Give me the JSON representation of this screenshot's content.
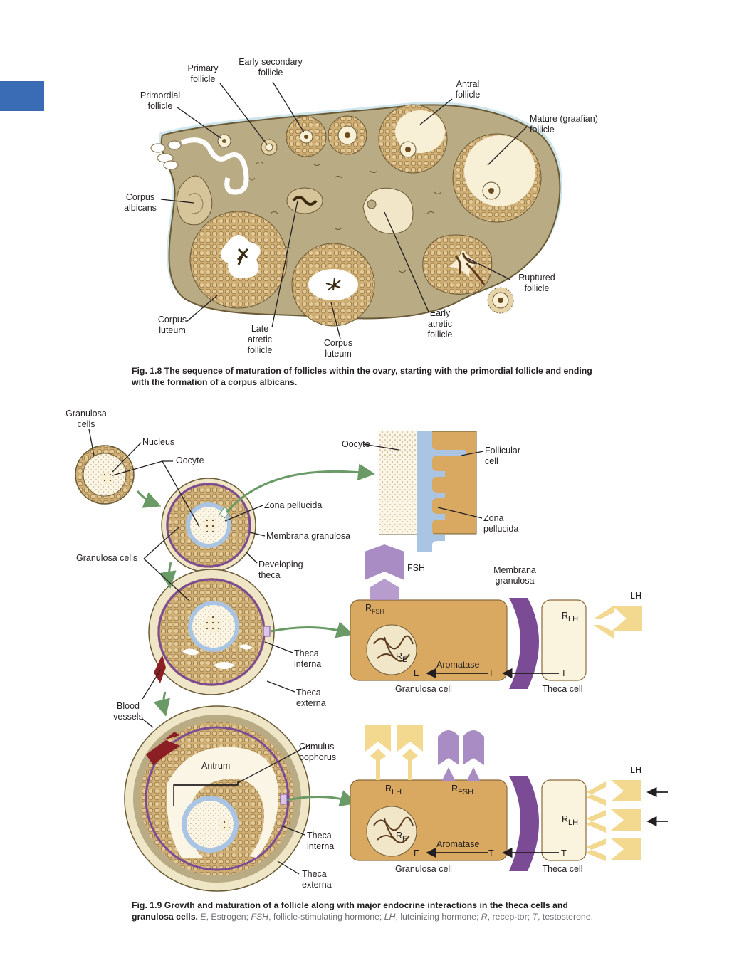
{
  "colors": {
    "tab": "#3a6bb5",
    "ovary_fill": "#b9ab84",
    "ovary_halo": "#cfe6ec",
    "granulosa": "#d9a962",
    "zona": "#a9c5e3",
    "purple": "#7b4c95",
    "light_purple": "#a98cc4",
    "lh_yellow": "#f2d98f",
    "theca_cell": "#faf3de",
    "green_arrow": "#6a9a66",
    "blood": "#8c1f24"
  },
  "fig8": {
    "labels": {
      "primary": "Primary\nfollicle",
      "early_secondary": "Early secondary\nfollicle",
      "primordial": "Primordial\nfollicle",
      "antral": "Antral\nfollicle",
      "mature": "Mature (graafian)\nfollicle",
      "corpus_albicans": "Corpus\nalbicans",
      "ruptured": "Ruptured\nfollicle",
      "corpus_luteum_left": "Corpus\nluteum",
      "late_atretic": "Late\natretic\nfollicle",
      "corpus_luteum_center": "Corpus\nluteum",
      "early_atretic": "Early\natretic\nfollicle"
    },
    "caption_bold": "Fig. 1.8  The sequence of maturation of follicles within the ovary, starting with the primordial follicle and ending with the formation of a corpus albicans."
  },
  "fig9": {
    "labels": {
      "granulosa_cells_top": "Granulosa\ncells",
      "nucleus": "Nucleus",
      "oocyte_left": "Oocyte",
      "zona_pellucida": "Zona pellucida",
      "membrana_granulosa": "Membrana granulosa",
      "granulosa_cells_mid": "Granulosa cells",
      "developing_theca": "Developing\ntheca",
      "oocyte_inset": "Oocyte",
      "follicular_cell": "Follicular\ncell",
      "zona_pellucida_inset": "Zona\npellucida",
      "theca_interna_1": "Theca\ninterna",
      "theca_externa_1": "Theca\nexterna",
      "blood_vessels": "Blood\nvessels",
      "antrum": "Antrum",
      "cumulus": "Cumulus\noophorus",
      "theca_interna_2": "Theca\ninterna",
      "theca_externa_2": "Theca\nexterna"
    },
    "panel1": {
      "fsh": "FSH",
      "r": "R",
      "r_fsh_sub": "FSH",
      "r_lh_sub": "LH",
      "re_r": "R",
      "re_sub": "E",
      "membrana_granulosa": "Membrana\ngranulosa",
      "lh": "LH",
      "aromatase": "Aromatase",
      "e": "E",
      "t_left": "T",
      "t_right": "T",
      "granulosa_cell": "Granulosa cell",
      "theca_cell": "Theca cell"
    },
    "panel2": {
      "r": "R",
      "r_lh_sub": "LH",
      "r_fsh_sub": "FSH",
      "re_r": "R",
      "re_sub": "E",
      "lh": "LH",
      "aromatase": "Aromatase",
      "e": "E",
      "t_left": "T",
      "t_right": "T",
      "granulosa_cell": "Granulosa cell",
      "theca_cell": "Theca cell"
    },
    "caption_bold": "Fig. 1.9  Growth and maturation of a follicle along with major endocrine interactions in the theca cells and granulosa cells.",
    "caption_rest": [
      {
        "t": " ",
        "i": false
      },
      {
        "t": "E",
        "i": true
      },
      {
        "t": ", Estrogen; ",
        "i": false
      },
      {
        "t": "FSH",
        "i": true
      },
      {
        "t": ", follicle-stimulating hormone; ",
        "i": false
      },
      {
        "t": "LH",
        "i": true
      },
      {
        "t": ", luteinizing hormone; ",
        "i": false
      },
      {
        "t": "R",
        "i": true
      },
      {
        "t": ", recep-tor; ",
        "i": false
      },
      {
        "t": "T",
        "i": true
      },
      {
        "t": ", testosterone.",
        "i": false
      }
    ]
  }
}
